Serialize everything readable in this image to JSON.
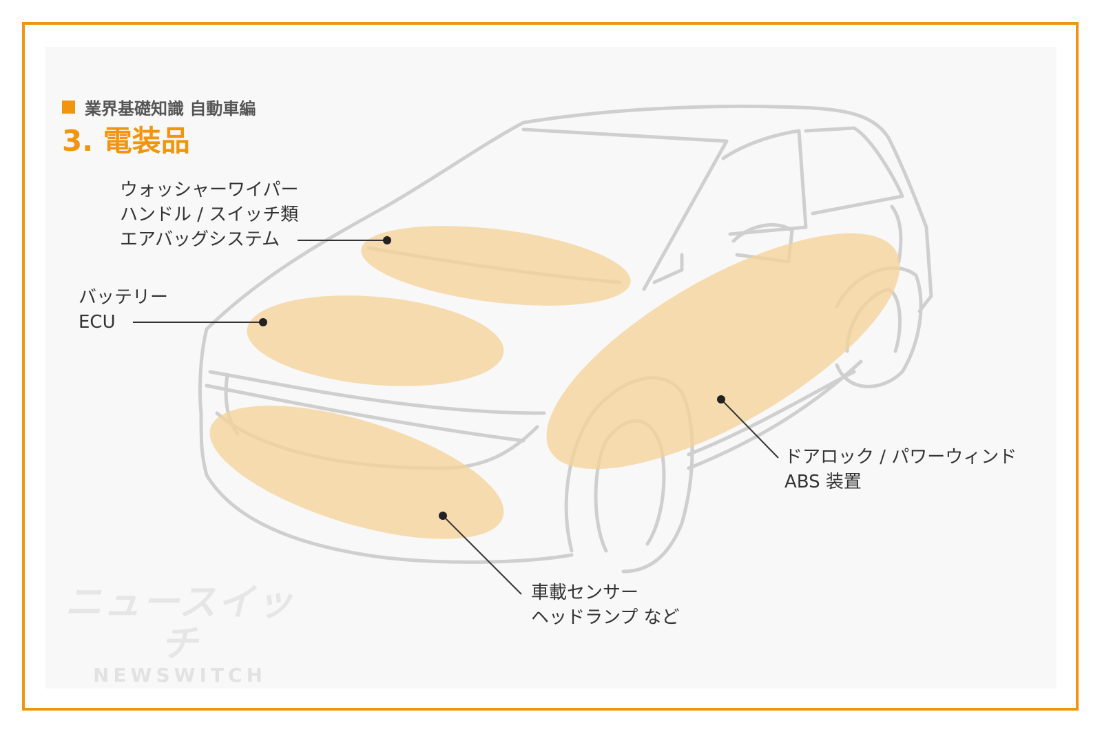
{
  "header": {
    "subtitle": "業界基礎知識 自動車編",
    "title": "3. 電装品"
  },
  "labels": {
    "cabin": [
      "ウォッシャーワイパー",
      "ハンドル / スイッチ類",
      "エアバッグシステム"
    ],
    "engine": [
      "バッテリー",
      "ECU"
    ],
    "front": [
      "車載センサー",
      "ヘッドランプ など"
    ],
    "side": [
      "ドアロック / パワーウィンド",
      "ABS 装置"
    ]
  },
  "watermark": {
    "jp": "ニュースイッチ",
    "en": "NEWSWITCH"
  },
  "colors": {
    "accent": "#f0950d",
    "highlight": "#f5d29a",
    "outline": "#cfcfcf",
    "text": "#333333"
  }
}
